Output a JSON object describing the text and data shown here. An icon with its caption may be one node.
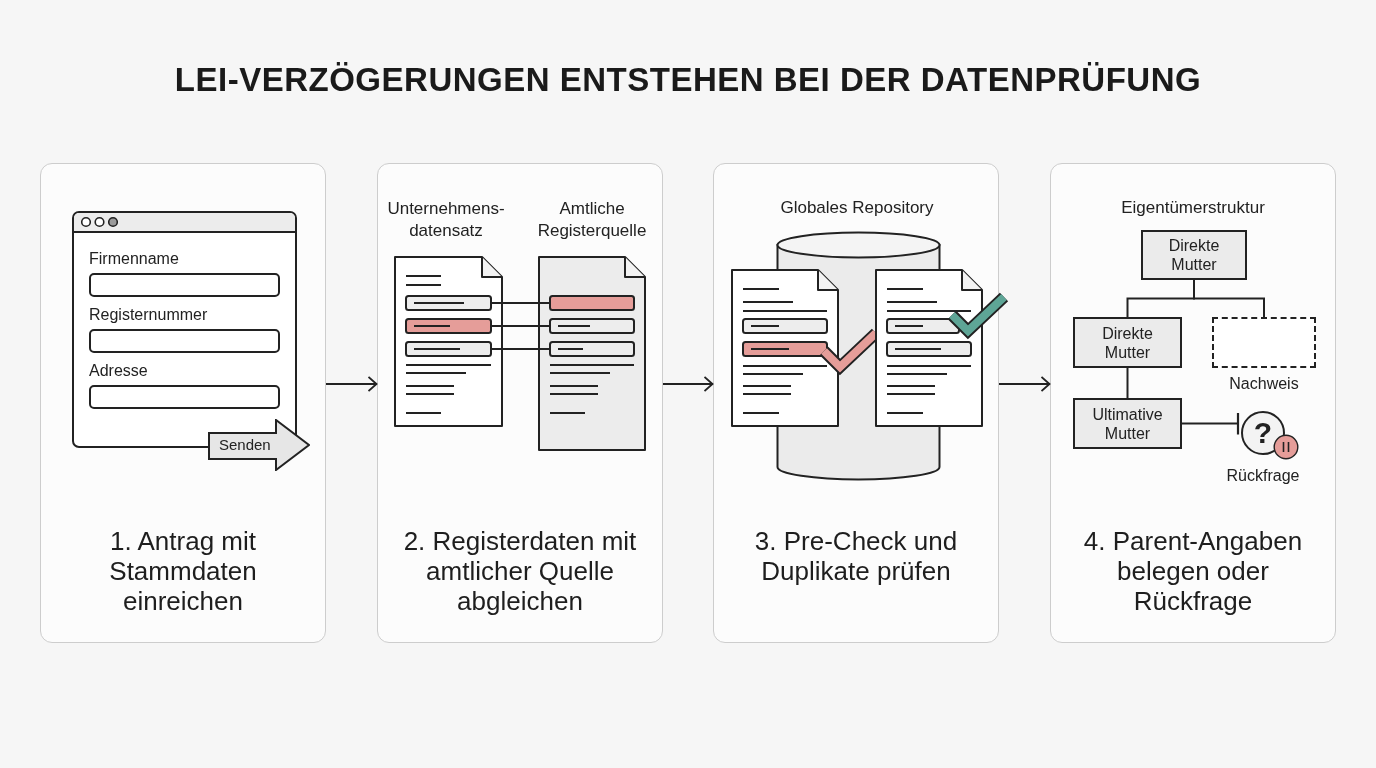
{
  "diagram": {
    "title": "LEI-VERZÖGERUNGEN ENTSTEHEN BEI DER DATENPRÜFUNG",
    "nodes": [
      {
        "text": [
          "1. Antrag mit Stammdaten einreichen"
        ]
      },
      {
        "text": [
          "Firmenname",
          "Registernummer",
          "Adresse"
        ],
        "in": 0
      },
      {
        "text": [
          "Senden"
        ],
        "in": 0
      },
      {
        "text": [
          "2. Registerdaten mit amtlicher Quelle abgleichen"
        ]
      },
      {
        "text": [],
        "shape": "document",
        "in": 3,
        "beside": [
          "Unternehmens- datensatz"
        ]
      },
      {
        "text": [],
        "shape": "document",
        "in": 3,
        "beside": [
          "Amtliche Registerquelle"
        ]
      },
      {
        "text": [
          "3. Pre-Check und Duplikate prüfen"
        ]
      },
      {
        "text": [],
        "shape": "cylinder",
        "in": 6,
        "beside": [
          "Globales Repository"
        ]
      },
      {
        "text": [
          "Eigentümerstruktur",
          "4. Parent-Angaben belegen oder Rückfrage"
        ]
      },
      {
        "text": [
          "Direkte Mutter"
        ],
        "in": 8
      },
      {
        "text": [
          "Direkte Mutter"
        ],
        "in": 8
      },
      {
        "text": [],
        "shape": "box",
        "in": 8,
        "beside": [
          "Nachweis"
        ]
      },
      {
        "text": [
          "Ultimative Mutter"
        ],
        "in": 8
      },
      {
        "text": [
          "?"
        ],
        "in": 8,
        "beside": [
          "Rückfrage"
        ]
      }
    ],
    "edges": [
      {
        "from": 0,
        "to": 3,
        "arrow": "to"
      },
      {
        "from": 3,
        "to": 6,
        "arrow": "to"
      },
      {
        "from": 6,
        "to": 8,
        "arrow": "to"
      },
      {
        "from": 4,
        "to": 5,
        "arrow": "none"
      },
      {
        "from": 4,
        "to": 5,
        "arrow": "none"
      },
      {
        "from": 4,
        "to": 5,
        "arrow": "none"
      },
      {
        "from": 9,
        "to": 10,
        "arrow": "none"
      },
      {
        "from": 9,
        "to": 11,
        "arrow": "none"
      },
      {
        "from": 10,
        "to": 12,
        "arrow": "none"
      },
      {
        "from": 12,
        "to": 13,
        "arrow": "other"
      }
    ]
  }
}
